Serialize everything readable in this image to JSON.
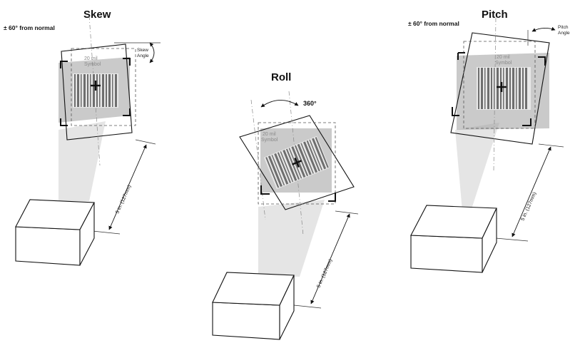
{
  "panels": {
    "skew": {
      "title": "Skew",
      "angle_range": "± 60° from normal",
      "angle_label_line1": "Skew",
      "angle_label_line2": "Angle",
      "symbol_line1": "20 mil",
      "symbol_line2": "Symbol",
      "distance": "5 in. (127mm)"
    },
    "roll": {
      "title": "Roll",
      "rotation": "360°",
      "symbol_line1": "20 mil",
      "symbol_line2": "Symbol",
      "distance": "5 in. (127mm)"
    },
    "pitch": {
      "title": "Pitch",
      "angle_range": "± 60° from normal",
      "angle_label_line1": "Pitch",
      "angle_label_line2": "Angle",
      "symbol_line1": "20 mil",
      "symbol_line2": "Symbol",
      "distance": "5 in. (127mm)"
    }
  },
  "colors": {
    "beam": "#cfcfcf",
    "field": "#9f9f9f",
    "bars": "#6e6e6e",
    "outline": "#111111"
  }
}
